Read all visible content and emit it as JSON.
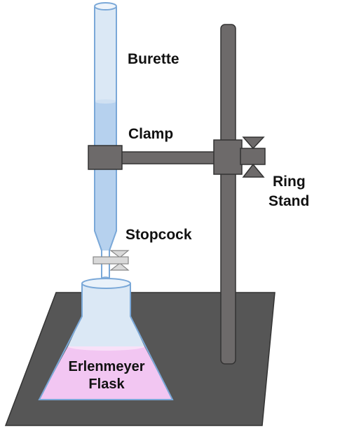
{
  "labels": {
    "burette": "Burette",
    "clamp": "Clamp",
    "ring_stand_line1": "Ring",
    "ring_stand_line2": "Stand",
    "stopcock": "Stopcock",
    "flask_line1": "Erlenmeyer",
    "flask_line2": "Flask"
  },
  "colors": {
    "stand_metal": "#6d6a6a",
    "base_plate": "#565656",
    "glass_outline": "#7aa8d8",
    "glass_fill": "#dbe8f5",
    "burette_liquid": "#b6d1ee",
    "flask_liquid": "#f2c6f2",
    "stopcock": "#d9d9d9"
  }
}
